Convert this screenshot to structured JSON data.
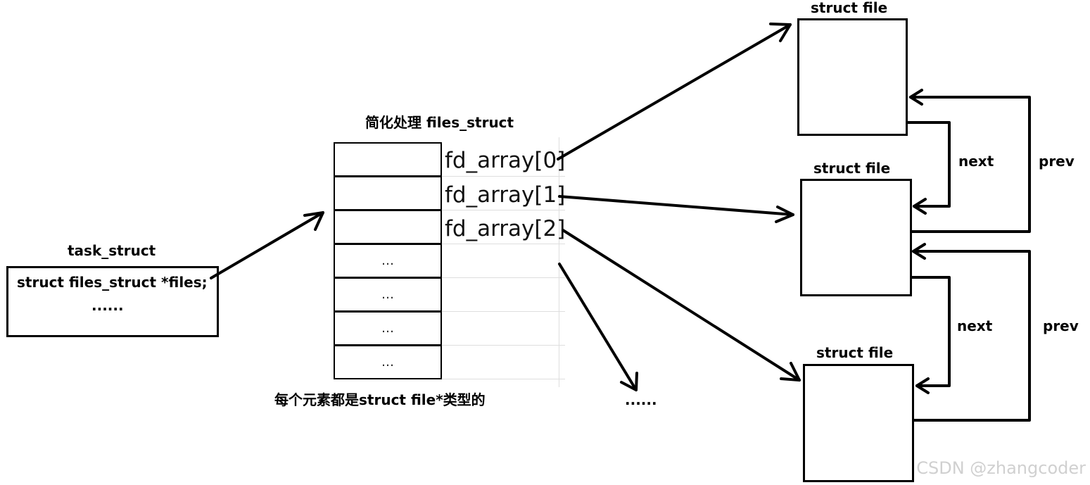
{
  "task_struct": {
    "title": "task_struct",
    "member": "struct files_struct *files;",
    "more": "......"
  },
  "files_struct": {
    "title": "简化处理 files_struct",
    "cells": [
      "",
      "",
      "",
      "…",
      "…",
      "…",
      "…"
    ],
    "fd_labels": [
      "fd_array[0]",
      "fd_array[1]",
      "fd_array[2]"
    ],
    "caption": "每个元素都是struct file*类型的",
    "more": "......"
  },
  "files": [
    {
      "title": "struct file"
    },
    {
      "title": "struct file"
    },
    {
      "title": "struct file"
    }
  ],
  "links": [
    {
      "next": "next",
      "prev": "prev"
    },
    {
      "next": "next",
      "prev": "prev"
    }
  ],
  "watermark": "CSDN @zhangcoder"
}
